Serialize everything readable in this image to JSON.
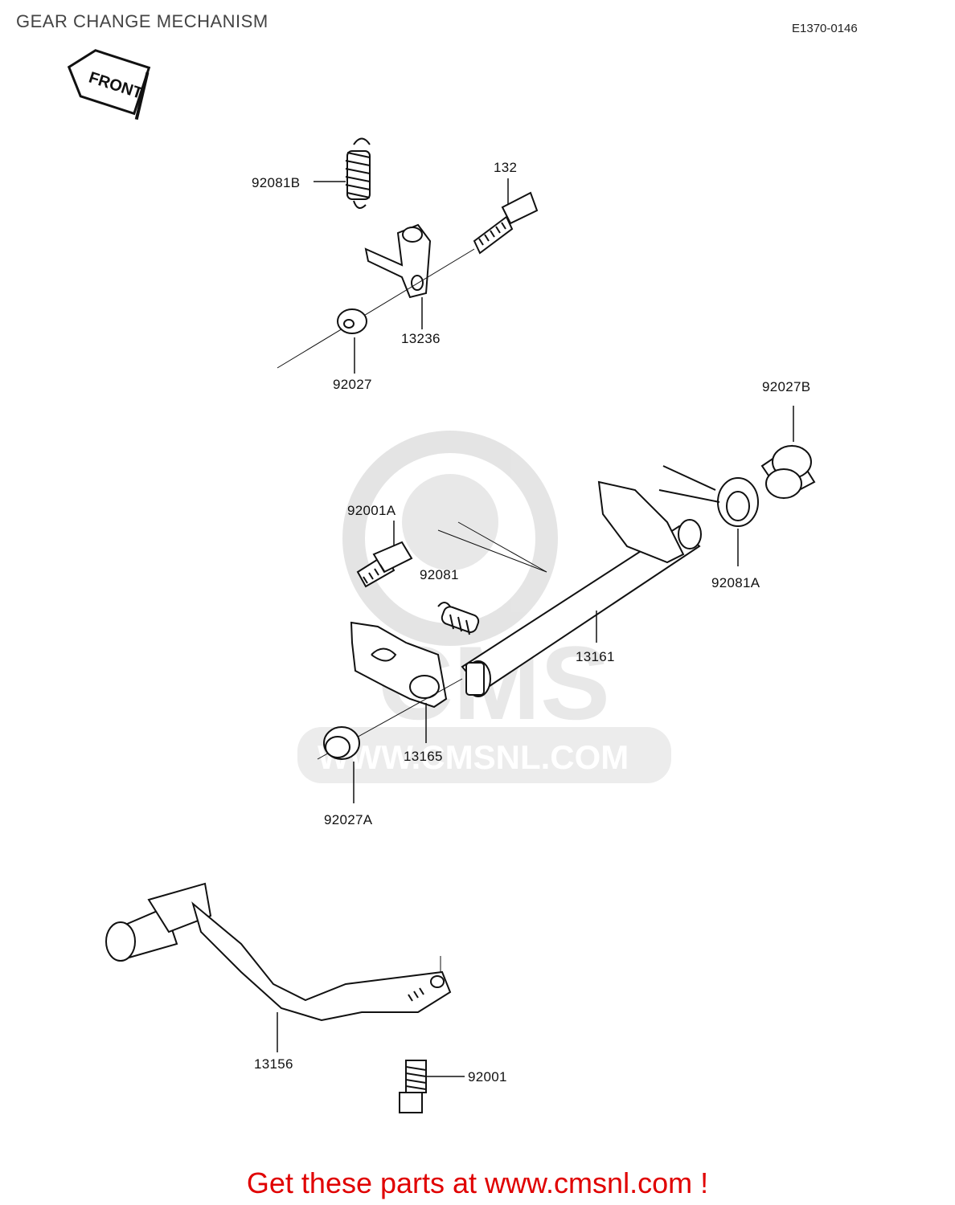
{
  "page_title": "GEAR CHANGE MECHANISM",
  "diagram_code": "E1370-0146",
  "front_arrow_label": "FRONT",
  "watermark": {
    "brand": "CMS",
    "url": "WWW.CMSNL.COM"
  },
  "parts": [
    {
      "key": "p92081b",
      "label": "92081B"
    },
    {
      "key": "p132",
      "label": "132"
    },
    {
      "key": "p13236",
      "label": "13236"
    },
    {
      "key": "p92027",
      "label": "92027"
    },
    {
      "key": "p92027b",
      "label": "92027B"
    },
    {
      "key": "p92001a",
      "label": "92001A"
    },
    {
      "key": "p92081",
      "label": "92081"
    },
    {
      "key": "p92081a",
      "label": "92081A"
    },
    {
      "key": "p13161",
      "label": "13161"
    },
    {
      "key": "p13165",
      "label": "13165"
    },
    {
      "key": "p92027a",
      "label": "92027A"
    },
    {
      "key": "p13156",
      "label": "13156"
    },
    {
      "key": "p92001",
      "label": "92001"
    }
  ],
  "footer_text": "Get these parts at www.cmsnl.com !"
}
